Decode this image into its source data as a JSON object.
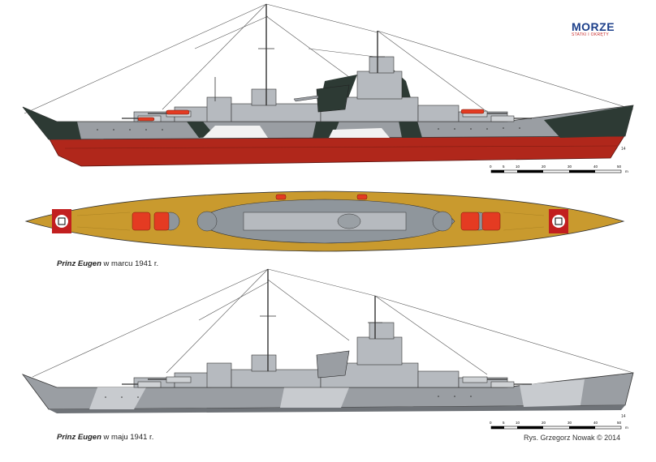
{
  "magazine": {
    "name": "MORZE",
    "tagline": "STATKI I OKRĘTY"
  },
  "scale_bar": {
    "unit": "m",
    "ticks": [
      "0",
      "5",
      "10",
      "20",
      "30",
      "40",
      "50"
    ]
  },
  "hull_marking": "14",
  "captions": {
    "march": {
      "ship": "Prinz Eugen",
      "rest": " w marcu 1941 r."
    },
    "may": {
      "ship": "Prinz Eugen",
      "rest": " w maju 1941 r."
    }
  },
  "credit": "Rys. Grzegorz Nowak © 2014",
  "colors": {
    "hull_grey": "#9a9ea3",
    "camo_dark": "#2d3a34",
    "camo_white": "#f2f2f2",
    "anti_fouling": "#b0271b",
    "deck_wood": "#c99a2e",
    "deck_grey": "#8f969c",
    "aircraft_red": "#e43b22"
  }
}
